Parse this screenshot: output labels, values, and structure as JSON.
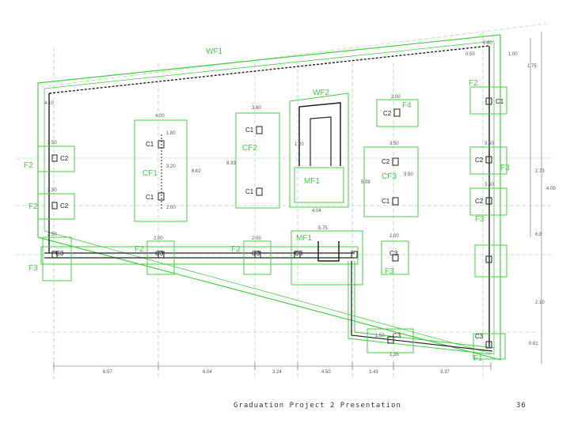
{
  "colors": {
    "foundation": "#44cc44",
    "wall": "#222222",
    "dim": "#666666",
    "grid": "#8fd08f"
  },
  "footer": {
    "title": "Graduation Project 2 Presentation",
    "page": "36"
  },
  "labels": {
    "WF1": "WF1",
    "WF2": "WF2",
    "CF1": "CF1",
    "CF2": "CF2",
    "CF3": "CF3",
    "MF1": "MF1",
    "MF1b": "MF1",
    "F2a": "F2",
    "F2b": "F2",
    "F2c": "F2",
    "F2d": "F2",
    "F2e": "F2",
    "F3a": "F3",
    "F3b": "F3",
    "F3c": "F3",
    "F3d": "F3",
    "F4": "F4",
    "F1": "F1",
    "C1a": "C1",
    "C1b": "C1",
    "C1c": "C1",
    "C1d": "C1",
    "C1e": "C1",
    "C1f": "C1",
    "C2a": "C2",
    "C2b": "C2",
    "C2c": "C2",
    "C2d": "C2",
    "C2e": "C2",
    "C2f": "C2",
    "C3a": "C3",
    "C3b": "C3",
    "C3c": "C3",
    "C3d": "C3",
    "C3e": "C3",
    "C3f": "C3",
    "C3g": "C3"
  },
  "dims": {
    "d1": "4.00",
    "d2": "3.50",
    "d3": "3.50",
    "d4": "2.50",
    "d5": "4.10",
    "d6": "3.80",
    "d7": "2.00",
    "d8": "3.50",
    "d9": "2.00",
    "d10": "5.75",
    "d11": "4.04",
    "d12": "3.50",
    "d13": "3.50",
    "d14": "2.00",
    "d15": "2.00",
    "d16": "1.50",
    "d17": "1.35",
    "d18": "6.57",
    "d19": "6.04",
    "d20": "3.24",
    "d21": "4.50",
    "d22": "3.43",
    "d23": "3.37",
    "d24": "8.62",
    "d25": "8.33",
    "d26": "5.08",
    "d27": "3.50",
    "d28": "0.60",
    "d29": "0.50",
    "d30": "1.00",
    "d31": "2.10",
    "d32": "6.8",
    "d33": "4.09",
    "d34": "2.73",
    "d35": "0.61",
    "d36": "1.20",
    "d37": "1.80",
    "d38": "3.20",
    "d39": "2.00",
    "d40": "1.75"
  }
}
